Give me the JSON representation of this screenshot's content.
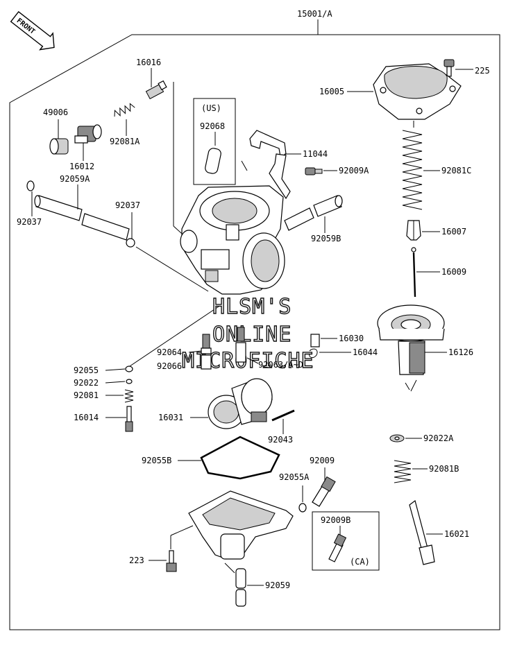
{
  "front_arrow": {
    "label": "FRONT"
  },
  "assembly_label": "15001/A",
  "watermark": {
    "line1": "HLSM'S",
    "line2": "ONLINE",
    "line3": "MICROFICHE"
  },
  "region_boxes": {
    "us": "(US)",
    "ca": "(CA)"
  },
  "labels": {
    "p16016": "16016",
    "p49006": "49006",
    "p92081A": "92081A",
    "p16012": "16012",
    "p92059A": "92059A",
    "p92037_left": "92037",
    "p92037_mid": "92037",
    "p92068": "92068",
    "p11044": "11044",
    "p92009A": "92009A",
    "p92059B": "92059B",
    "p16005": "16005",
    "p225": "225",
    "p92081C": "92081C",
    "p16007": "16007",
    "p16009": "16009",
    "p16030": "16030",
    "p16044": "16044",
    "p16126": "16126",
    "p92064": "92064",
    "p92066": "92066",
    "p92063": "92063/A~D",
    "p92055": "92055",
    "p92022": "92022",
    "p92081": "92081",
    "p16014": "16014",
    "p16031": "16031",
    "p92043": "92043",
    "p92055B": "92055B",
    "p92055A": "92055A",
    "p92009": "92009",
    "p92022A": "92022A",
    "p92081B": "92081B",
    "p92009B": "92009B",
    "p16021": "16021",
    "p223": "223",
    "p92059": "92059"
  }
}
